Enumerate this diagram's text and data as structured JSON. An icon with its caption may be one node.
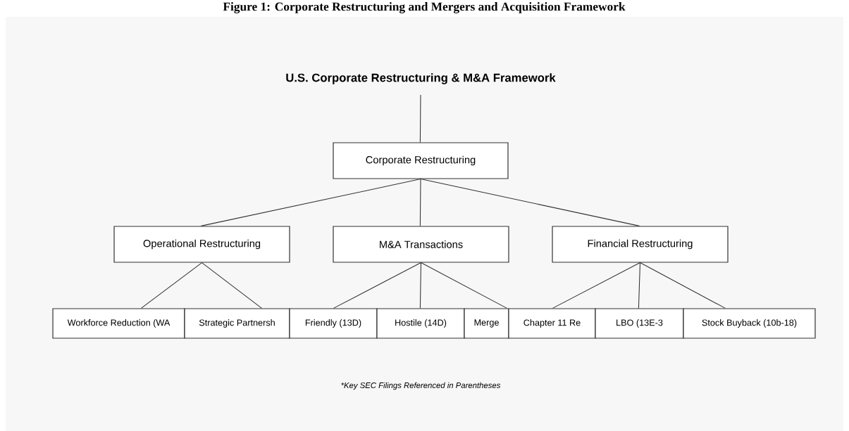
{
  "diagram": {
    "title": "U.S. Corporate Restructuring & M&A Framework",
    "caption": "Figure 1: Corporate Restructuring and Mergers and Acquisition Framework",
    "nodes": [
      {
        "text": [
          "Corporate Restructuring"
        ]
      },
      {
        "text": [
          "Operational Restructuring"
        ]
      },
      {
        "text": [
          "M&A Transactions"
        ]
      },
      {
        "text": [
          "Financial Restructuring"
        ]
      },
      {
        "text": [
          "Workforce Reduction (WA"
        ]
      },
      {
        "text": [
          "Strategic Partnersh"
        ]
      },
      {
        "text": [
          "Friendly (13D)"
        ]
      },
      {
        "text": [
          "Hostile (14D)"
        ]
      },
      {
        "text": [
          "Merge"
        ]
      },
      {
        "text": [
          "Chapter 11 Re"
        ]
      },
      {
        "text": [
          "LBO (13E-3"
        ]
      },
      {
        "text": [
          "Stock Buyback (10b-18)"
        ]
      }
    ],
    "edges": [
      {
        "from": null,
        "to": 0,
        "arrow": "none"
      },
      {
        "from": 0,
        "to": 1,
        "arrow": "none"
      },
      {
        "from": 0,
        "to": 2,
        "arrow": "none"
      },
      {
        "from": 0,
        "to": 3,
        "arrow": "none"
      },
      {
        "from": 1,
        "to": 4,
        "arrow": "none"
      },
      {
        "from": 1,
        "to": 5,
        "arrow": "none"
      },
      {
        "from": 2,
        "to": 6,
        "arrow": "none"
      },
      {
        "from": 2,
        "to": 7,
        "arrow": "none"
      },
      {
        "from": 2,
        "to": 8,
        "arrow": "none"
      },
      {
        "from": 3,
        "to": 9,
        "arrow": "none"
      },
      {
        "from": 3,
        "to": 10,
        "arrow": "none"
      },
      {
        "from": 3,
        "to": 11,
        "arrow": "none"
      }
    ],
    "labels": [
      "*Key SEC Filings Referenced in Parentheses"
    ]
  }
}
